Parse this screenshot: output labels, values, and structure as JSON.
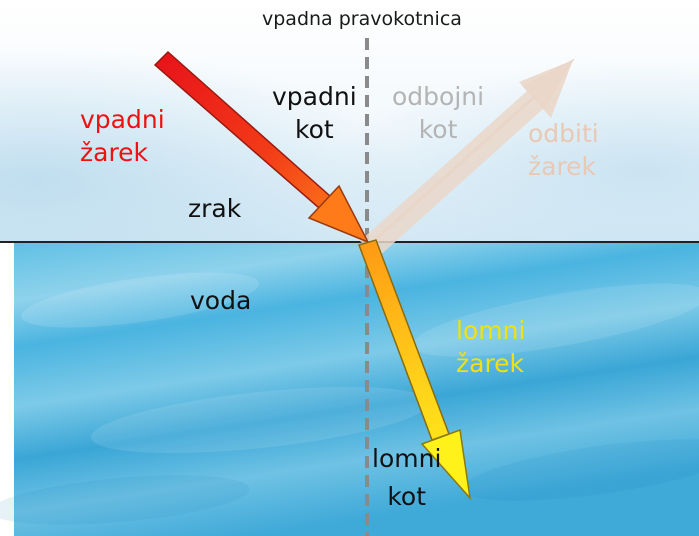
{
  "labels": {
    "normal": "vpadna pravokotnica",
    "incident_ray": [
      "vpadni",
      "žarek"
    ],
    "incident_angle": [
      "vpadni",
      "kot"
    ],
    "reflection_angle": [
      "odbojni",
      "kot"
    ],
    "reflected_ray": [
      "odbiti",
      "žarek"
    ],
    "air": "zrak",
    "water": "voda",
    "refracted_ray": [
      "lomni",
      "žarek"
    ],
    "refraction_angle": [
      "lomni",
      "kot"
    ]
  },
  "colors": {
    "incident_ray_text": "#ee1111",
    "refracted_ray_text": "#e6d000",
    "faded_text": "#b4b4b4",
    "reflected_ray_text": "#e9c8b4",
    "normal_line": "#8a8a8a",
    "interface_line": "#222222"
  }
}
